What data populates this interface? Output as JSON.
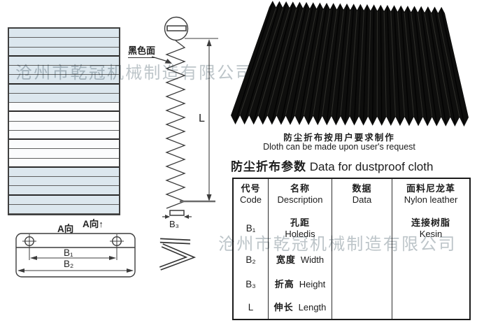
{
  "watermark": {
    "text": "沧州市乾冠机械制造有限公司"
  },
  "diagram": {
    "black_surface_label": "黑色面",
    "view_a_label": "A向",
    "view_a_arrow_label": "A向",
    "dim_L": "L",
    "dim_B1": "B₁",
    "dim_B2": "B₂",
    "dim_B3": "B₃"
  },
  "icons": {
    "up_arrow": "↑"
  },
  "photo": {
    "caption_cn": "防尘折布按用户要求制作",
    "caption_en": "Dloth can be made upon user's request"
  },
  "section": {
    "title_cn": "防尘折布参数",
    "title_en": "Data for dustproof cloth"
  },
  "table": {
    "headers": {
      "code_cn": "代号",
      "code_en": "Code",
      "name_cn": "名称",
      "name_en": "Description",
      "data_cn": "数据",
      "data_en": "Data",
      "fabric_cn": "面料尼龙革",
      "fabric_en": "Nylon leather"
    },
    "rows": [
      {
        "code": "B₁",
        "name_cn": "孔距",
        "name_en": "Holedis",
        "data": "",
        "fabric_cn": "连接树脂",
        "fabric_en": "Kesin"
      },
      {
        "code": "B₂",
        "name_cn": "宽度",
        "name_en": "Width",
        "data": "",
        "fabric_cn": "",
        "fabric_en": ""
      },
      {
        "code": "B₃",
        "name_cn": "折高",
        "name_en": "Height",
        "data": "",
        "fabric_cn": "",
        "fabric_en": ""
      },
      {
        "code": "L",
        "name_cn": "伸长",
        "name_en": "Length",
        "data": "",
        "fabric_cn": "",
        "fabric_en": ""
      }
    ]
  },
  "colors": {
    "line": "#3c3c3c",
    "stripe_blue": "#dce7ee",
    "stripe_white": "#fbfcfd",
    "photo_black": "#0e0e0d",
    "watermark_grey": "#b2bbc0"
  }
}
